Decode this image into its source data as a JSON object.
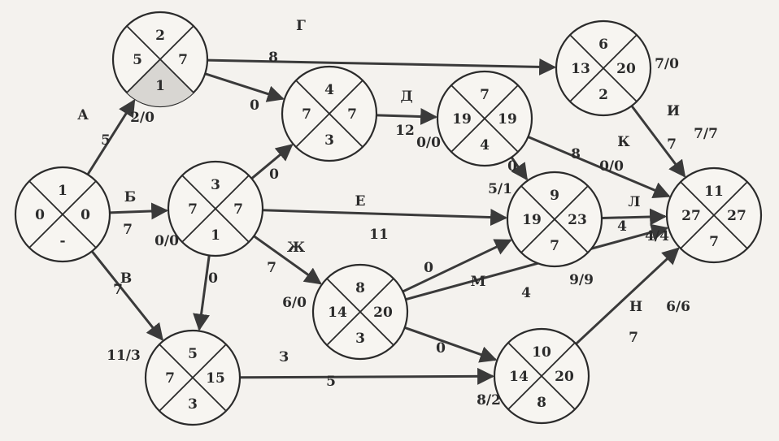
{
  "colors": {
    "ink": "#2b2b2b",
    "paper": "#f4f2ee",
    "shade": "#d8d6d2"
  },
  "nodes": [
    {
      "id": "n1",
      "top": "1",
      "left": "0",
      "right": "0",
      "bottom": "-"
    },
    {
      "id": "n2",
      "top": "2",
      "left": "5",
      "right": "7",
      "bottom": "1"
    },
    {
      "id": "n3",
      "top": "3",
      "left": "7",
      "right": "7",
      "bottom": "1"
    },
    {
      "id": "n4",
      "top": "4",
      "left": "7",
      "right": "7",
      "bottom": "3"
    },
    {
      "id": "n5",
      "top": "5",
      "left": "7",
      "right": "15",
      "bottom": "3"
    },
    {
      "id": "n6",
      "top": "6",
      "left": "13",
      "right": "20",
      "bottom": "2"
    },
    {
      "id": "n7",
      "top": "7",
      "left": "19",
      "right": "19",
      "bottom": "4"
    },
    {
      "id": "n8",
      "top": "8",
      "left": "14",
      "right": "20",
      "bottom": "3"
    },
    {
      "id": "n9",
      "top": "9",
      "left": "19",
      "right": "23",
      "bottom": "7"
    },
    {
      "id": "n10",
      "top": "10",
      "left": "14",
      "right": "20",
      "bottom": "8"
    },
    {
      "id": "n11",
      "top": "11",
      "left": "27",
      "right": "27",
      "bottom": "7"
    }
  ],
  "edges": [
    {
      "from": "n1",
      "to": "n2",
      "name": "А",
      "duration": "5",
      "reserve": "2/0"
    },
    {
      "from": "n1",
      "to": "n3",
      "name": "Б",
      "duration": "7",
      "reserve": "0/0"
    },
    {
      "from": "n1",
      "to": "n5",
      "name": "В",
      "duration": "7",
      "reserve": "11/3"
    },
    {
      "from": "n2",
      "to": "n6",
      "name": "Г",
      "duration": "8",
      "reserve": "7/0"
    },
    {
      "from": "n2",
      "to": "n4",
      "name": "",
      "duration": "0",
      "reserve": ""
    },
    {
      "from": "n3",
      "to": "n4",
      "name": "",
      "duration": "0",
      "reserve": ""
    },
    {
      "from": "n4",
      "to": "n7",
      "name": "Д",
      "duration": "12",
      "reserve": "0/0"
    },
    {
      "from": "n3",
      "to": "n9",
      "name": "Е",
      "duration": "11",
      "reserve": "5/1"
    },
    {
      "from": "n3",
      "to": "n8",
      "name": "Ж",
      "duration": "7",
      "reserve": "6/0"
    },
    {
      "from": "n3",
      "to": "n5",
      "name": "",
      "duration": "0",
      "reserve": ""
    },
    {
      "from": "n5",
      "to": "n10",
      "name": "З",
      "duration": "5",
      "reserve": "8/2"
    },
    {
      "from": "n6",
      "to": "n11",
      "name": "И",
      "duration": "7",
      "reserve": "7/7"
    },
    {
      "from": "n7",
      "to": "n11",
      "name": "К",
      "duration": "8",
      "reserve": "0/0"
    },
    {
      "from": "n7",
      "to": "n9",
      "name": "",
      "duration": "0",
      "reserve": ""
    },
    {
      "from": "n9",
      "to": "n11",
      "name": "Л",
      "duration": "4",
      "reserve": "4/4"
    },
    {
      "from": "n8",
      "to": "n11",
      "name": "М",
      "duration": "4",
      "reserve": "9/9"
    },
    {
      "from": "n8",
      "to": "n9",
      "name": "",
      "duration": "0",
      "reserve": ""
    },
    {
      "from": "n8",
      "to": "n10",
      "name": "",
      "duration": "0",
      "reserve": ""
    },
    {
      "from": "n10",
      "to": "n11",
      "name": "Н",
      "duration": "7",
      "reserve": "6/6"
    }
  ]
}
